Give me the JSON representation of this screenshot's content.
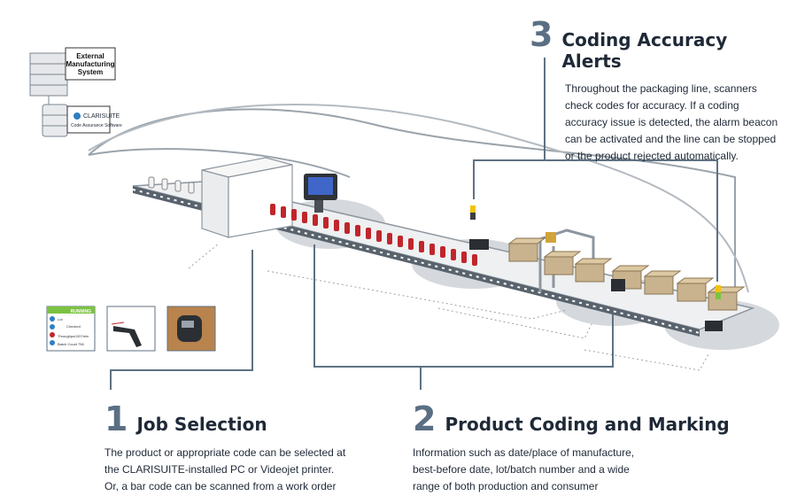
{
  "external_system": {
    "line1": "External",
    "line2": "Manufacturing",
    "line3": "System"
  },
  "clarisuite_label": "CLARISUITE",
  "clarisuite_sub": "Code Assurance Software",
  "sections": {
    "alerts": {
      "number": "3",
      "title": "Coding Accuracy Alerts",
      "body": "Throughout the packaging line, scanners\ncheck codes for accuracy. If a coding\naccuracy issue is detected, the alarm beacon\ncan be activated and the line can be stopped\nor the product rejected automatically."
    },
    "job_selection": {
      "number": "1",
      "title": "Job Selection",
      "body": "The product or appropriate code can be selected at\nthe CLARISUITE-installed PC or Videojet printer.\nOr, a bar code can be scanned from a work order"
    },
    "coding": {
      "number": "2",
      "title": "Product Coding and Marking",
      "body": "Information such as date/place of manufacture,\nbest-before date, lot/batch number and a wide\nrange of both production and consumer"
    }
  },
  "printer_screen": {
    "status": "RUNNING",
    "row_lot": "Lot",
    "row_checked": "Checked",
    "row_throughput": "Throughput",
    "throughput_value": "267/min",
    "row_batch": "Batch Count",
    "batch_value": "756"
  },
  "colors": {
    "connector": "#5f7182",
    "accent": "#5a6f84",
    "pad": "#d5d9dd",
    "bottle": "#c0262b",
    "box": "#c9b38e"
  }
}
